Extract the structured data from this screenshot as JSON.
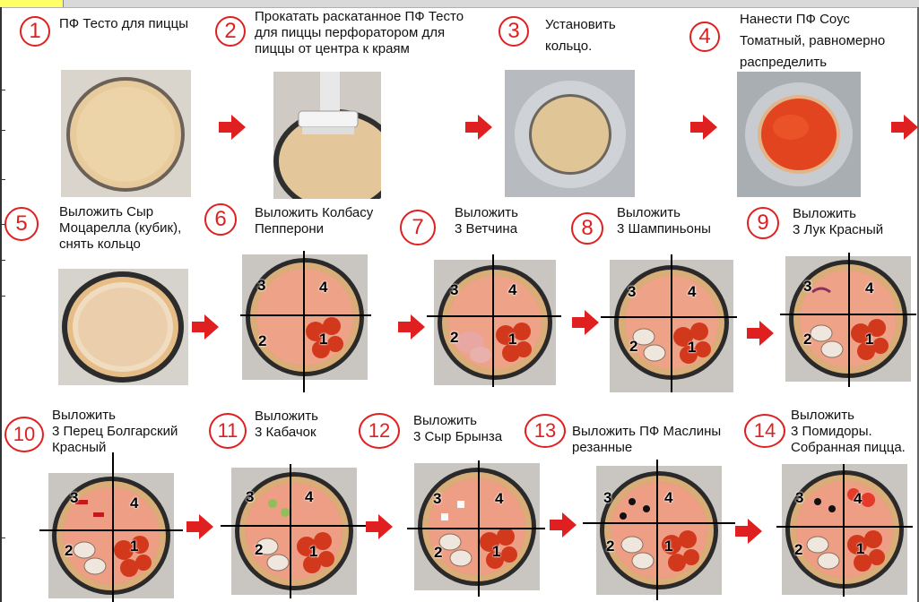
{
  "steps": [
    {
      "n": "1",
      "text": "ПФ Тесто для пиццы"
    },
    {
      "n": "2",
      "text": "Прокатать раскатанное ПФ Тесто\nдля пиццы перфоратором для\nпиццы от центра к краям"
    },
    {
      "n": "3",
      "text": "Установить\nкольцо."
    },
    {
      "n": "4",
      "text": "Нанести ПФ Соус\nТоматный, равномерно\nраспределить"
    },
    {
      "n": "5",
      "text": "Выложить Сыр\nМоцарелла (кубик),\nснять кольцо"
    },
    {
      "n": "6",
      "text": "Выложить Колбасу\nПепперони"
    },
    {
      "n": "7",
      "text": "Выложить\n3 Ветчина"
    },
    {
      "n": "8",
      "text": "Выложить\n3 Шампиньоны"
    },
    {
      "n": "9",
      "text": "Выложить\n3 Лук Красный"
    },
    {
      "n": "10",
      "text": "Выложить\n3 Перец Болгарский\nКрасный"
    },
    {
      "n": "11",
      "text": "Выложить\n3 Кабачок"
    },
    {
      "n": "12",
      "text": "Выложить\n3 Сыр Брынза"
    },
    {
      "n": "13",
      "text": "Выложить ПФ Маслины\nрезанные"
    },
    {
      "n": "14",
      "text": "Выложить\n3 Помидоры.\nСобранная пицца."
    }
  ],
  "quadrants": {
    "q1": "1",
    "q2": "2",
    "q3": "3",
    "q4": "4"
  },
  "colors": {
    "accent": "#e02020",
    "dough": "#e6c79a",
    "sauce": "#e2441f",
    "pepperoni": "#d2381c",
    "pan": "#2a2a2a",
    "metal": "#b9bcc0"
  },
  "icons": {
    "arrow": "right-arrow-icon"
  }
}
